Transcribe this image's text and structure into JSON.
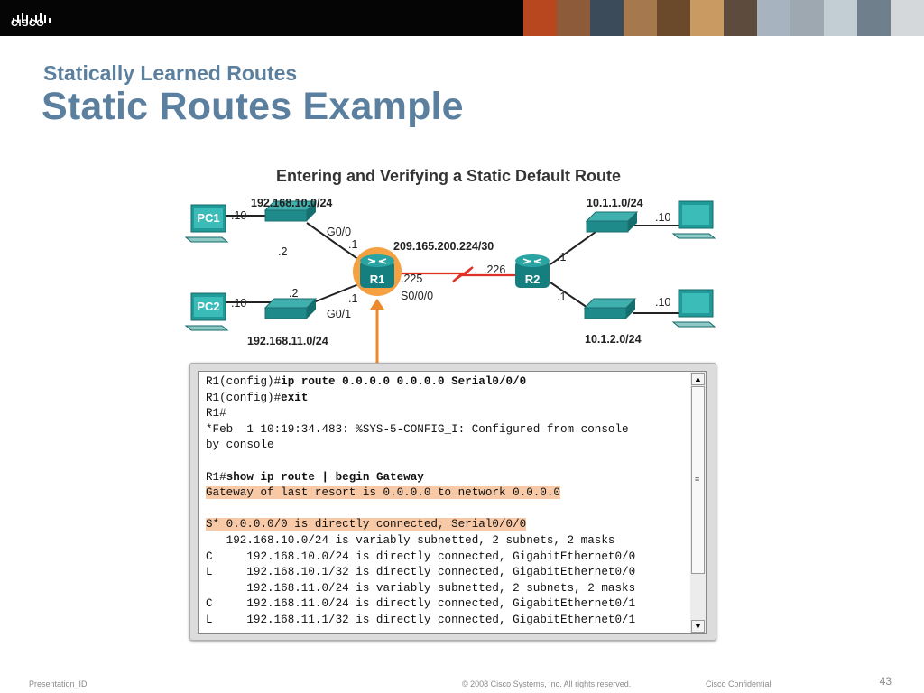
{
  "header": {
    "logo_text": "CISCO",
    "photo_colors": [
      "#b8461e",
      "#8d5a3a",
      "#3b4b5a",
      "#a5784e",
      "#6b4a2c",
      "#c99a62",
      "#5d4c3e",
      "#a7b4bf",
      "#9da8b0",
      "#c3cdd4",
      "#6f7f8c",
      "#d5d8da"
    ]
  },
  "slide": {
    "subtitle": "Statically Learned Routes",
    "title": "Static Routes Example"
  },
  "diagram": {
    "title": "Entering and Verifying a Static Default Route",
    "labels": {
      "net_pc1": "192.168.10.0/24",
      "net_pc2": "192.168.11.0/24",
      "net_r2a": "10.1.1.0/24",
      "net_r2b": "10.1.2.0/24",
      "serial_net": "209.165.200.224/30",
      "pc1_host": ".10",
      "pc2_host": ".10",
      "r2a_host": ".10",
      "r2b_host": ".10",
      "sw1_addr": ".2",
      "sw2_addr": ".2",
      "r1_g00": "G0/0",
      "r1_g00_addr": ".1",
      "r1_g01": "G0/1",
      "r1_g01_addr": ".1",
      "r1_s0": ".225",
      "r1_s0_if": "S0/0/0",
      "r2_s0": ".226",
      "r2_up_addr": ".1",
      "r2_down_addr": ".1",
      "pc1": "PC1",
      "pc2": "PC2",
      "r1": "R1",
      "r2": "R2"
    },
    "colors": {
      "router": "#1f8a8a",
      "switch": "#1f8a8a",
      "serial": "#e0302a",
      "arrow": "#ee8a2e"
    }
  },
  "terminal": {
    "lines": [
      {
        "prompt": "R1(config)#",
        "cmd": "ip route 0.0.0.0 0.0.0.0 Serial0/0/0",
        "rest": ""
      },
      {
        "prompt": "R1(config)#",
        "cmd": "exit",
        "rest": ""
      },
      {
        "prompt": "R1#",
        "cmd": "",
        "rest": ""
      },
      {
        "prompt": "",
        "cmd": "",
        "rest": "*Feb  1 10:19:34.483: %SYS-5-CONFIG_I: Configured from console"
      },
      {
        "prompt": "",
        "cmd": "",
        "rest": "by console"
      },
      {
        "prompt": "",
        "cmd": "",
        "rest": ""
      },
      {
        "prompt": "R1#",
        "cmd": "show ip route | begin Gateway",
        "rest": ""
      },
      {
        "prompt": "",
        "cmd": "",
        "rest": "Gateway of last resort is 0.0.0.0 to network 0.0.0.0",
        "highlight": true
      },
      {
        "prompt": "",
        "cmd": "",
        "rest": ""
      },
      {
        "prompt": "",
        "cmd": "",
        "rest": "S* 0.0.0.0/0 is directly connected, Serial0/0/0",
        "highlight": true
      },
      {
        "prompt": "",
        "cmd": "",
        "rest": "   192.168.10.0/24 is variably subnetted, 2 subnets, 2 masks"
      },
      {
        "prompt": "",
        "cmd": "",
        "rest": "C     192.168.10.0/24 is directly connected, GigabitEthernet0/0"
      },
      {
        "prompt": "",
        "cmd": "",
        "rest": "L     192.168.10.1/32 is directly connected, GigabitEthernet0/0"
      },
      {
        "prompt": "",
        "cmd": "",
        "rest": "      192.168.11.0/24 is variably subnetted, 2 subnets, 2 masks"
      },
      {
        "prompt": "",
        "cmd": "",
        "rest": "C     192.168.11.0/24 is directly connected, GigabitEthernet0/1"
      },
      {
        "prompt": "",
        "cmd": "",
        "rest": "L     192.168.11.1/32 is directly connected, GigabitEthernet0/1"
      }
    ]
  },
  "footer": {
    "presentation_id": "Presentation_ID",
    "copyright": "© 2008 Cisco Systems, Inc. All rights reserved.",
    "confidential": "Cisco Confidential",
    "page": "43"
  }
}
